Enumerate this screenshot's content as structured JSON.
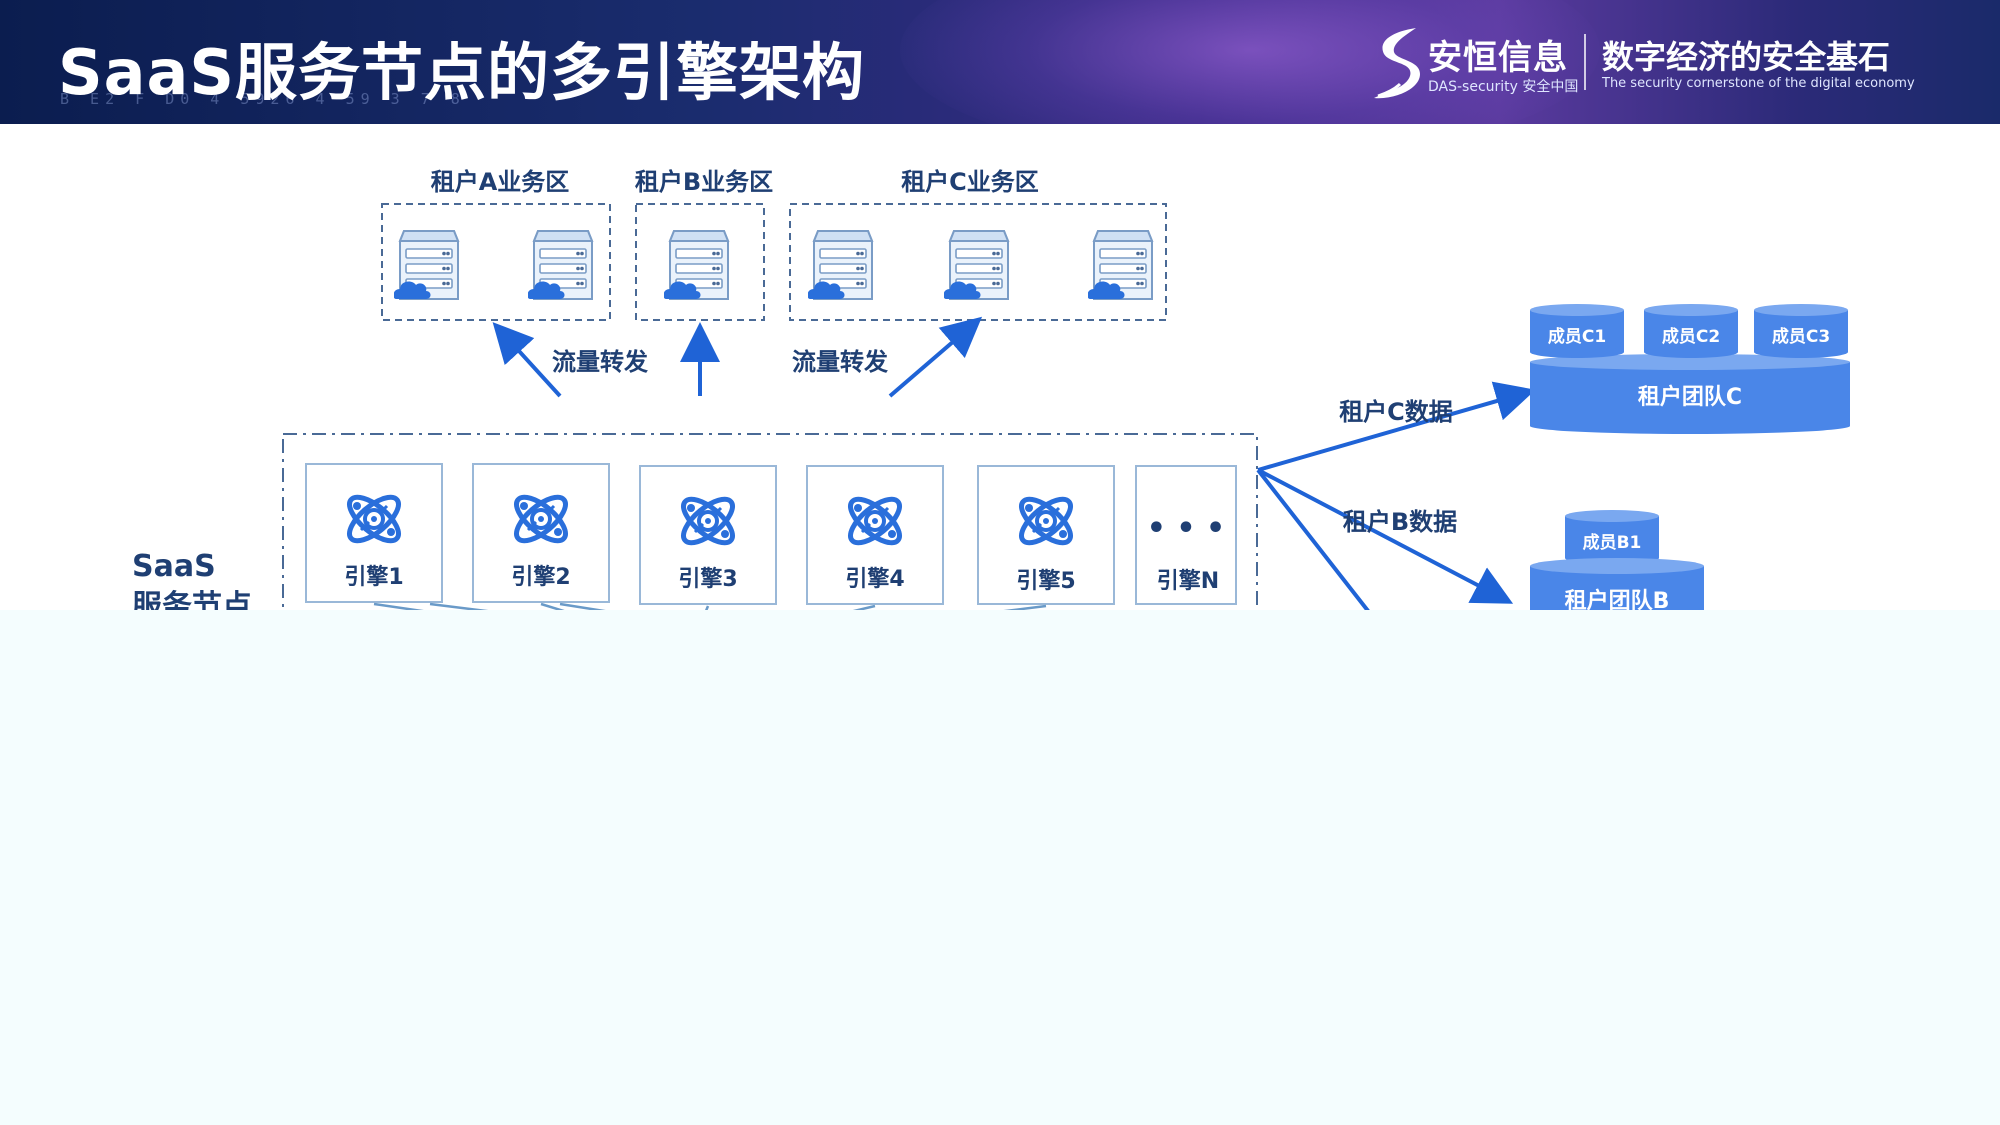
{
  "title": "SaaS服务节点的多引擎架构",
  "header_digits": "B E2 F D0  4 5926 4  59  3 7  8",
  "brand": {
    "name_cn": "安恒信息",
    "name_en": "DAS-security 安全中国",
    "slogan_cn": "数字经济的安全基石",
    "slogan_en": "The security cornerstone of the digital economy"
  },
  "zones": [
    {
      "label": "租户A业务区",
      "servers": 2
    },
    {
      "label": "租户B业务区",
      "servers": 1
    },
    {
      "label": "租户C业务区",
      "servers": 3
    }
  ],
  "forward_labels": [
    "流量转发",
    "流量转发"
  ],
  "node_label": [
    "SaaS",
    "服务节点"
  ],
  "engines": [
    "引擎1",
    "引擎2",
    "引擎3",
    "引擎4",
    "引擎5"
  ],
  "engine_more": {
    "dots": "• • •",
    "label": "引擎N"
  },
  "data_labels": {
    "c": "租户C数据",
    "b": "租户B数据"
  },
  "team_c": {
    "name": "租户团队C",
    "members": [
      "成员C1",
      "成员C2",
      "成员C3"
    ]
  },
  "team_b": {
    "name": "租户团队B",
    "members": [
      "成员B1"
    ]
  },
  "colors": {
    "accent": "#1f63d6",
    "cylinder": "#4a86e8",
    "border": "#9ab8d8",
    "dashed": "#4a6a96"
  },
  "icons": [
    "server-cloud-icon",
    "engine-atom-icon",
    "shield-logo-icon"
  ]
}
